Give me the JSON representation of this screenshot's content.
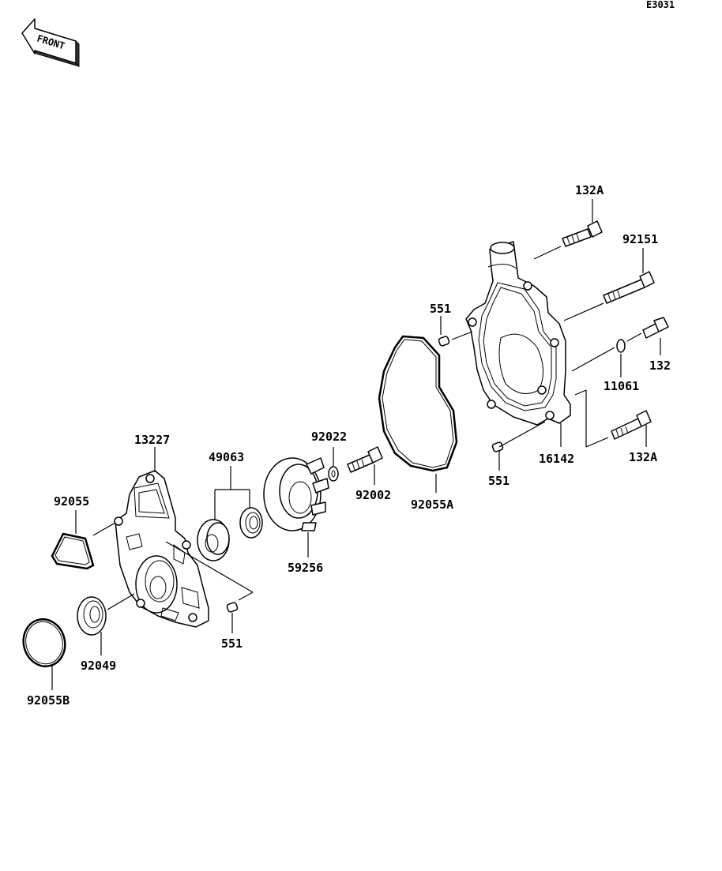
{
  "diagram_code": "E3031",
  "front_badge": "FRONT",
  "parts": {
    "p132A_top": "132A",
    "p92151": "92151",
    "p551_top": "551",
    "p132": "132",
    "p11061": "11061",
    "p16142": "16142",
    "p132A_bottom": "132A",
    "p551_right": "551",
    "p92022": "92022",
    "p92002": "92002",
    "p92055A": "92055A",
    "p13227": "13227",
    "p49063": "49063",
    "p92055": "92055",
    "p59256": "59256",
    "p551_bottom": "551",
    "p92049": "92049",
    "p92055B": "92055B"
  }
}
